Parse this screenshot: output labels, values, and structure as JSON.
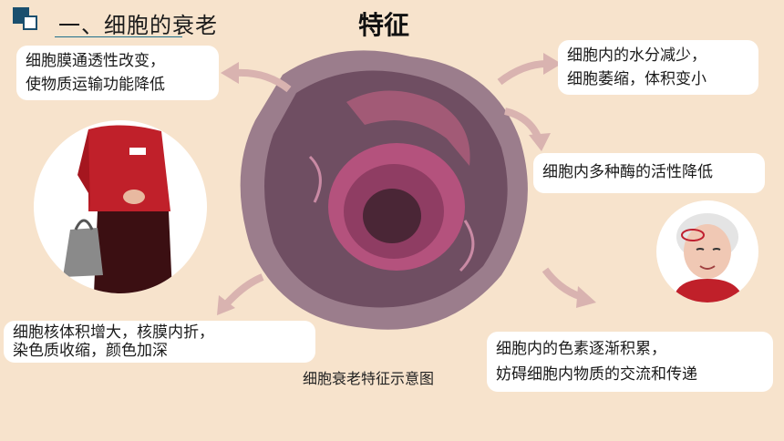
{
  "header": {
    "title": "一、细胞的衰老",
    "feature_title": "特征"
  },
  "bubbles": {
    "membrane": [
      "细胞膜通透性改变，",
      "使物质运输功能降低"
    ],
    "water": [
      "细胞内的水分减少，",
      "细胞萎缩，体积变小"
    ],
    "enzyme": [
      "细胞内多种酶的活性降低"
    ],
    "nucleus": [
      "细胞核体积增大，核膜内折，",
      "染色质收缩，颜色加深"
    ],
    "pigment": [
      "细胞内的色素逐渐积累，",
      "妨碍细胞内物质的交流和传递"
    ]
  },
  "caption": "细胞衰老特征示意图",
  "colors": {
    "background": "#f7e3cc",
    "arrow": "#d9b3b0",
    "header_accent": "#1f6f8b",
    "cell_outer": "#8a6a7a",
    "cell_inner": "#6e4a60",
    "nucleus": "#b45a84"
  },
  "icons": {
    "header": "square-bullet-icon",
    "left_image": "elderly-woman-body-illustration",
    "right_image": "elderly-woman-face-illustration",
    "center_image": "aging-cell-illustration"
  }
}
